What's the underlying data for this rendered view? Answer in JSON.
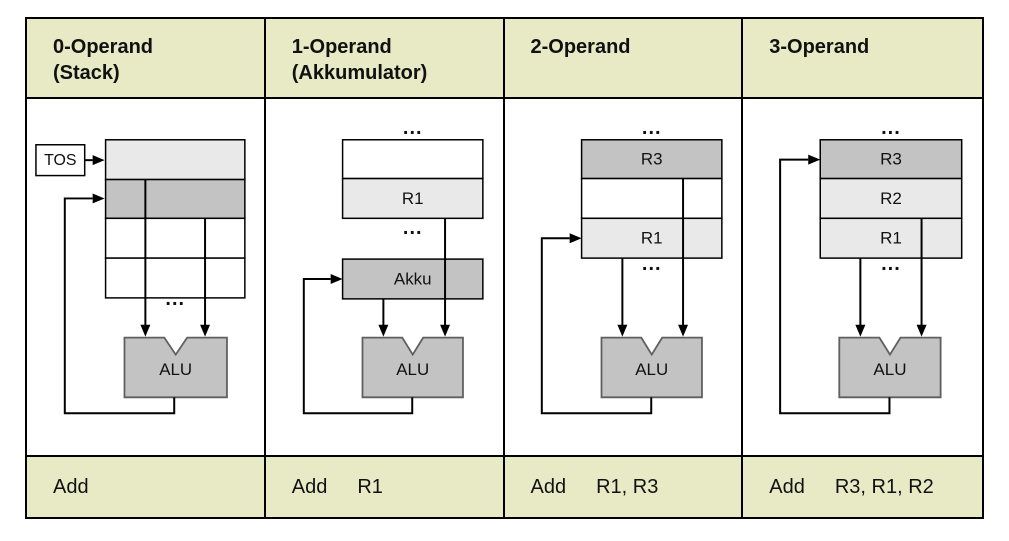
{
  "colors": {
    "header_bg": "#e8eac5",
    "cell_light": "#e9e9e9",
    "cell_medium": "#c3c3c3",
    "cell_white": "#ffffff",
    "alu_fill": "#c3c3c3",
    "alu_border": "#5f5f5f",
    "line": "#000000",
    "table_border": "#000000",
    "page_bg": "#ffffff"
  },
  "columns": [
    {
      "title": "0-Operand",
      "subtitle": "(Stack)",
      "mnemonic": "Add",
      "operands": ""
    },
    {
      "title": "1-Operand",
      "subtitle": "(Akkumulator)",
      "mnemonic": "Add",
      "operands": "R1"
    },
    {
      "title": "2-Operand",
      "subtitle": "",
      "mnemonic": "Add",
      "operands": "R1, R3"
    },
    {
      "title": "3-Operand",
      "subtitle": "",
      "mnemonic": "Add",
      "operands": "R3, R1, R2"
    }
  ],
  "diagrams": {
    "stack": {
      "tos": "TOS",
      "dots_bottom": "...",
      "alu": "ALU"
    },
    "accumulator": {
      "dots_top": "...",
      "r1": "R1",
      "dots_bottom": "...",
      "akku": "Akku",
      "alu": "ALU"
    },
    "two_operand": {
      "dots_top": "...",
      "r3": "R3",
      "r1": "R1",
      "dots_bottom": "...",
      "alu": "ALU"
    },
    "three_operand": {
      "dots_top": "...",
      "r3": "R3",
      "r2": "R2",
      "r1": "R1",
      "dots_bottom": "...",
      "alu": "ALU"
    }
  }
}
